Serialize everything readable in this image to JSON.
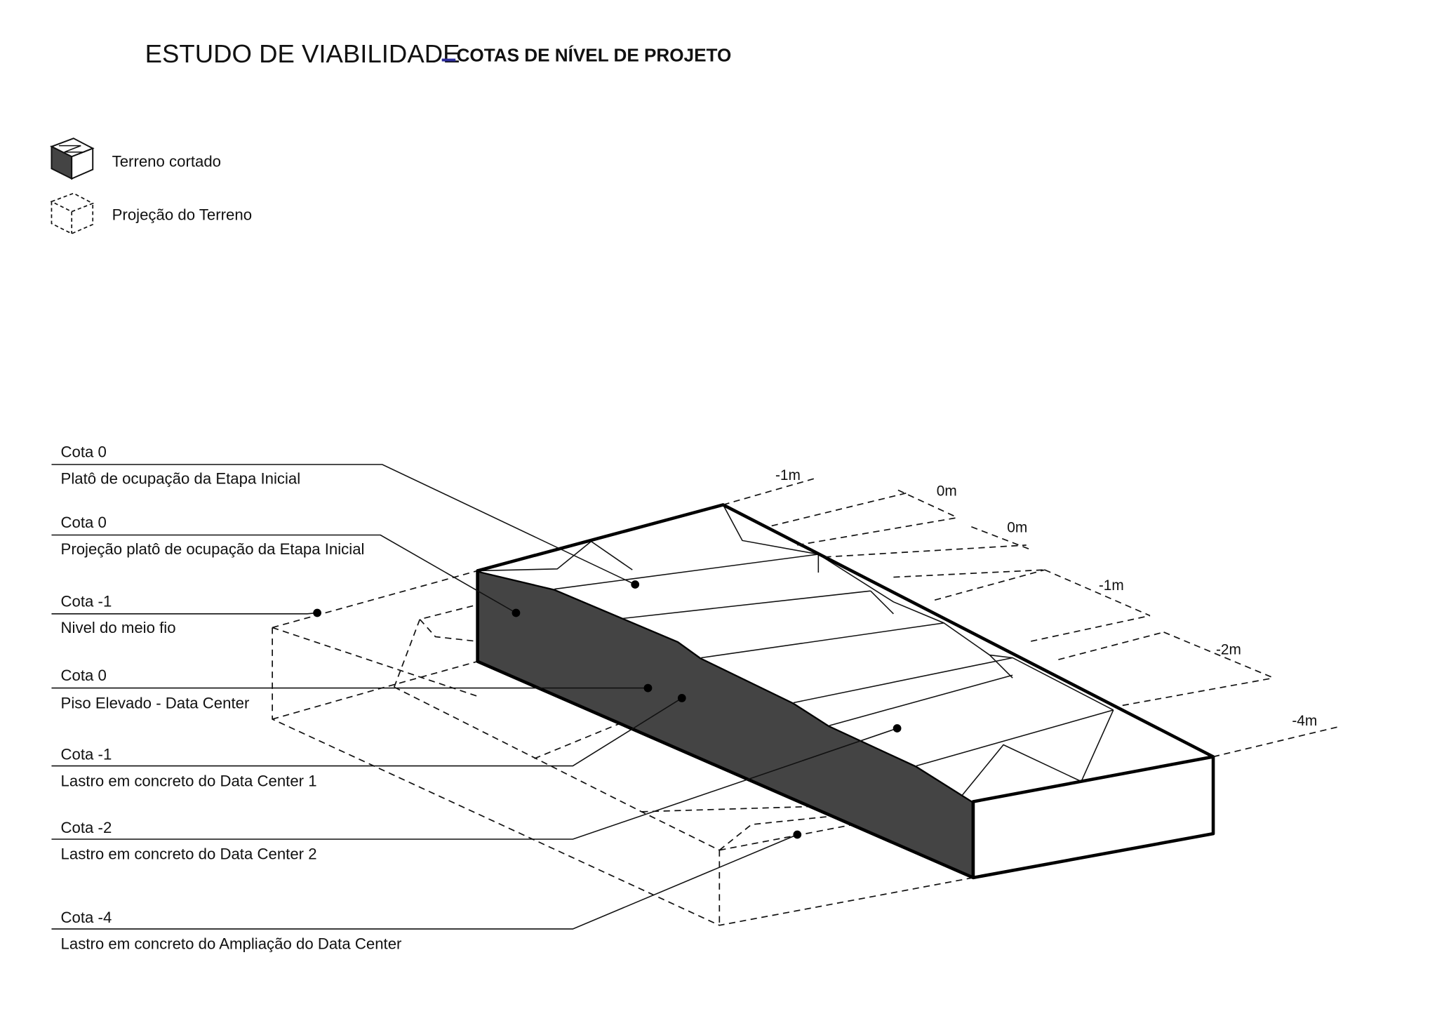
{
  "title": {
    "main": "ESTUDO DE VIABILIDADE",
    "separator": "_",
    "sub": "COTAS DE NÍVEL DE PROJETO",
    "accent_color": "#2b2b9a"
  },
  "legend": [
    {
      "icon": "solid-cube-icon",
      "label": "Terreno cortado"
    },
    {
      "icon": "dashed-cube-icon",
      "label": "Projeção do Terreno"
    }
  ],
  "annotations": [
    {
      "level": "Cota 0",
      "description": "Platô de ocupação da Etapa Inicial"
    },
    {
      "level": "Cota 0",
      "description": "Projeção platô de ocupação da Etapa Inicial"
    },
    {
      "level": "Cota -1",
      "description": "Nivel do meio fio"
    },
    {
      "level": "Cota 0",
      "description": "Piso Elevado - Data Center"
    },
    {
      "level": "Cota -1",
      "description": "Lastro em concreto do Data Center 1"
    },
    {
      "level": "Cota -2",
      "description": "Lastro em concreto do Data Center 2"
    },
    {
      "level": "Cota -4",
      "description": "Lastro em concreto do Ampliação do Data Center"
    }
  ],
  "dimensions": [
    "-1m",
    "0m",
    "0m",
    "-1m",
    "-2m",
    "-4m"
  ],
  "colors": {
    "cut_face": "#444444",
    "line": "#111111"
  }
}
